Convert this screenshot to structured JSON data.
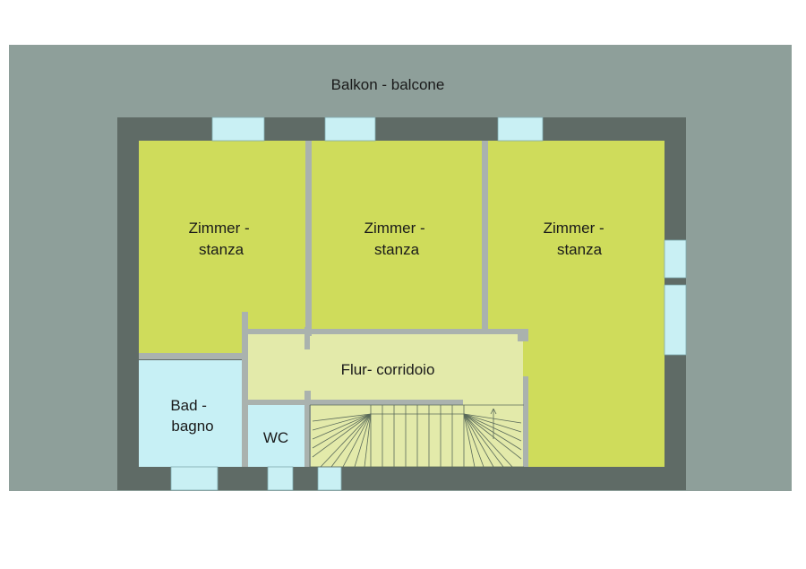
{
  "plan": {
    "balcony_label": "Balkon - balcone",
    "rooms": {
      "room_left": {
        "line1": "Zimmer -",
        "line2": "stanza"
      },
      "room_middle": {
        "line1": "Zimmer -",
        "line2": "stanza"
      },
      "room_right": {
        "line1": "Zimmer -",
        "line2": "stanza"
      },
      "corridor": {
        "label": "Flur- corridoio"
      },
      "bathroom": {
        "line1": "Bad -",
        "line2": "bagno"
      },
      "wc": {
        "label": "WC"
      }
    }
  },
  "colors": {
    "balcony": "#8e9f9a",
    "walls": "#5f6b66",
    "room": "#cfdc5b",
    "corridor": "#e3eaaa",
    "wet_room": "#c7f0f5",
    "window": "#c9f0f4",
    "partition": "#aab2ae",
    "background": "#ffffff"
  }
}
